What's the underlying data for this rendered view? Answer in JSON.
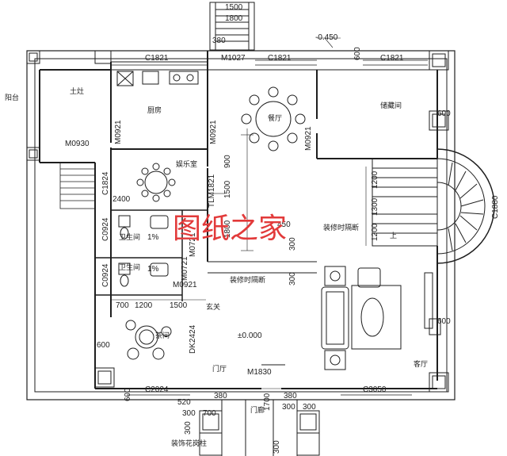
{
  "rooms": {
    "terrace": "阳台",
    "sink": "土灶",
    "kitchen": "厨房",
    "dining": "餐厅",
    "storage": "储藏间",
    "entertainment": "娱乐室",
    "bath1": "卫生间",
    "bath2": "卫生间",
    "tea": "茶间",
    "foyer": "玄关",
    "entrance_hall": "门厅",
    "living": "客厅",
    "porch": "门廊",
    "pillar": "装饰花岗柱",
    "partition1": "装修时隔断",
    "partition2": "装修时隔断",
    "stair_up": "上"
  },
  "labels": {
    "c1821_a": "C1821",
    "m1027": "M1027",
    "c1821_b": "C1821",
    "c1821_c": "C1821",
    "level_top": "-0.450",
    "d1500": "1500",
    "d1800": "1800",
    "d380_top": "380",
    "d600_tr": "600",
    "d600_r": "600",
    "m0921_k": "M0921",
    "m0921_d1": "M0921",
    "m0921_d2": "M0921",
    "m0930": "M0930",
    "c1824": "C1824",
    "d2400": "2400",
    "tlm1821": "TLM1821",
    "d900": "900",
    "d1500b": "1500",
    "d1800b": "1800",
    "d450": "450",
    "d300a": "300",
    "d1200a": "1200",
    "d1300": "1300",
    "d1200b": "1200",
    "c1880": "C1880",
    "c0924_a": "C0924",
    "c0924_b": "C0924",
    "m0721_a": "M0721",
    "m0721_b": "M0721",
    "slope_a": "1%",
    "slope_b": "1%",
    "m0921_bath": "M0921",
    "d300_mid": "300",
    "d700": "700",
    "d1200c": "1200",
    "d1500c": "1500",
    "d600_left": "600",
    "dk2424": "DK2424",
    "level_main": "±0.000",
    "m1830": "M1830",
    "d600_right": "600",
    "c2024": "C2024",
    "c3050": "C3050",
    "d600_bl": "600",
    "d520": "520",
    "d380_bl": "380",
    "d380_br": "380",
    "d300_b1": "300",
    "d700_b": "700",
    "d1700": "1700",
    "d300_b2": "300",
    "d300_b3": "300",
    "d300_vb": "300",
    "d300_vb2": "300"
  },
  "watermark": "图纸之家",
  "colors": {
    "line": "#1e1e1e",
    "watermark": "#e23a3a",
    "background": "#ffffff"
  }
}
